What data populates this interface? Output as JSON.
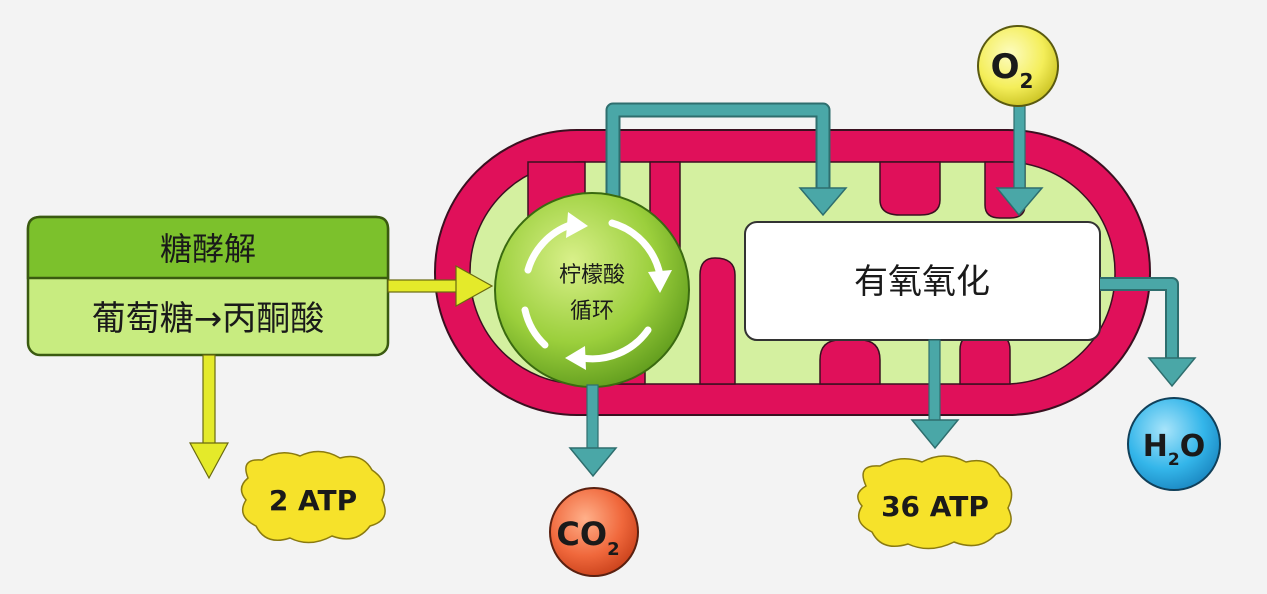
{
  "glycolysis": {
    "title": "糖酵解",
    "reaction": "葡萄糖→丙酮酸"
  },
  "krebs": {
    "line1": "柠檬酸",
    "line2": "循环"
  },
  "oxidation": {
    "label": "有氧氧化"
  },
  "molecules": {
    "o2": {
      "main": "O",
      "sub": "2"
    },
    "co2": {
      "main": "CO",
      "sub": "2"
    },
    "h2o": {
      "pre": "H",
      "sub": "2",
      "post": "O"
    }
  },
  "yields": {
    "glycolysis_atp": "2 ATP",
    "oxidation_atp": "36 ATP"
  },
  "colors": {
    "mito_outer": "#e0105a",
    "mito_inner": "#d4f0a0",
    "glyco_header": "#7cc12c",
    "glyco_body": "#c8ec80",
    "teal_arrow": "#4aa7a7",
    "yellow_arrow": "#e4ea2a",
    "atp_blob": "#f6e22a",
    "co2_ball": "#f0683c",
    "h2o_ball": "#34b6ea",
    "o2_ball": "#f4ee5a"
  }
}
